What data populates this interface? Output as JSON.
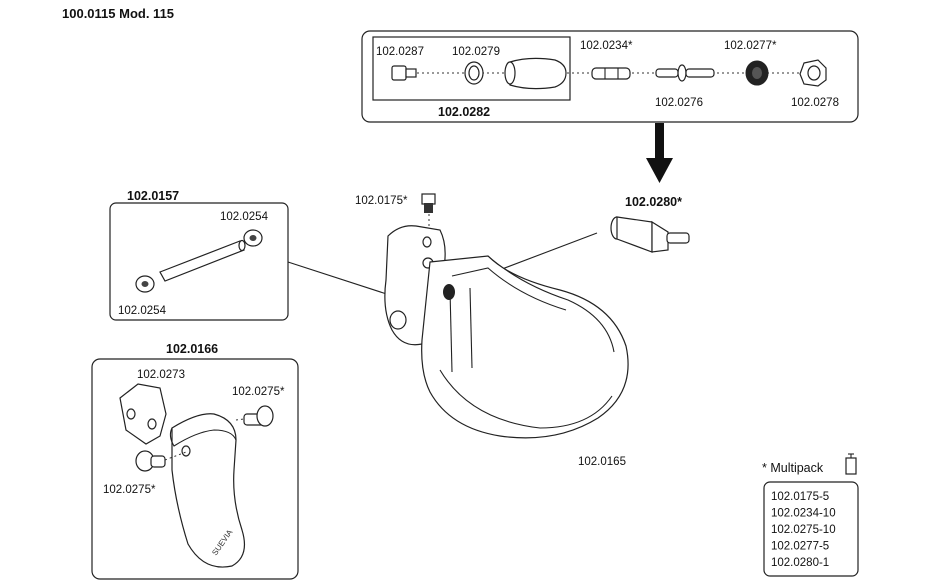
{
  "title": "100.0115 Mod. 115",
  "valve_kit": {
    "assembly_label": "102.0282",
    "parts": [
      "102.0287",
      "102.0279",
      "102.0234*",
      "102.0276",
      "102.0277*",
      "102.0278"
    ]
  },
  "valve_assembly": {
    "label": "102.0280*"
  },
  "axle_kit": {
    "label": "102.0157",
    "washer_top": "102.0254",
    "washer_bottom": "102.0254"
  },
  "screw": {
    "label": "102.0175*"
  },
  "bowl": {
    "label": "102.0165"
  },
  "lever_kit": {
    "label": "102.0166",
    "bracket": "102.0273",
    "bushing_right": "102.0275*",
    "bushing_left": "102.0275*",
    "brand": "SUEVIA"
  },
  "multipack": {
    "heading": "* Multipack",
    "items": [
      "102.0175-5",
      "102.0234-10",
      "102.0275-10",
      "102.0277-5",
      "102.0280-1"
    ]
  }
}
